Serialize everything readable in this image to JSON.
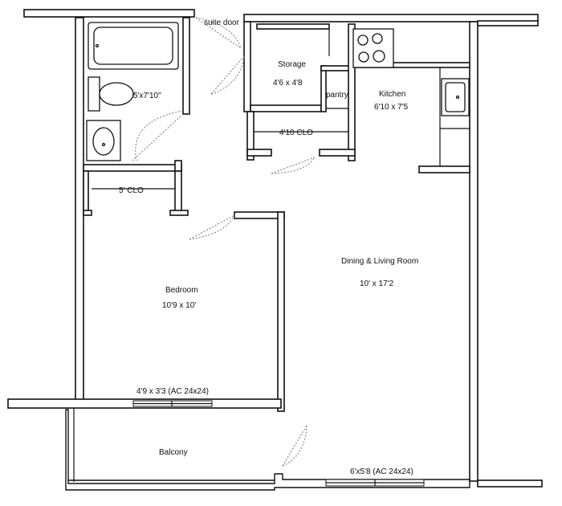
{
  "labels": {
    "suite_door": "suite door",
    "storage": "Storage",
    "storage_dim": "4'6 x 4'8",
    "pantry": "pantry",
    "kitchen": "Kitchen",
    "kitchen_dim": "6'10 x 7'5",
    "bath_dim": "5'x7'10\"",
    "clo_4_10": "4'10 CLO",
    "clo_5": "5' CLO",
    "dining_living": "Dining & Living Room",
    "dining_living_dim": "10' x 17'2",
    "bedroom": "Bedroom",
    "bedroom_dim": "10'9 x 10'",
    "bedroom_window": "4'9 x 3'3 (AC 24x24)",
    "balcony": "Balcony",
    "living_window": "6'x5'8 (AC 24x24)"
  }
}
